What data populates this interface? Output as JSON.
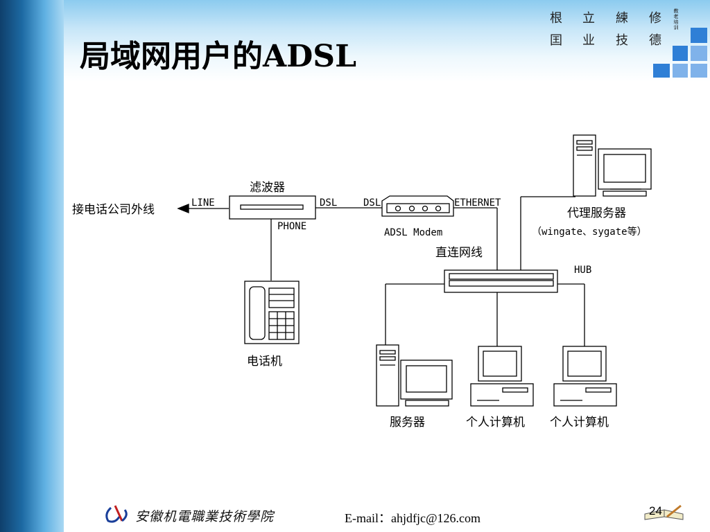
{
  "title": "局域网用户的ADSL",
  "motto": {
    "row1": [
      "根",
      "立",
      "練",
      "修"
    ],
    "row2": [
      "囯",
      "业",
      "技",
      "德"
    ],
    "tiny": [
      "教",
      "老",
      "培",
      "训"
    ]
  },
  "brand_colors": {
    "accent": "#2f7fd6",
    "light": "#7fb2ea",
    "band": "#8ccbef"
  },
  "diagram": {
    "external_line": "接电话公司外线",
    "line": "LINE",
    "filter": "滤波器",
    "dsl_out": "DSL",
    "phone_port": "PHONE",
    "dsl_in": "DSL",
    "ethernet": "ETHERNET",
    "modem": "ADSL Modem",
    "direct_cable": "直连网线",
    "hub": "HUB",
    "proxy_server": "代理服务器",
    "proxy_examples": "（wingate、sygate等）",
    "phone": "电话机",
    "server": "服务器",
    "pc1": "个人计算机",
    "pc2": "个人计算机"
  },
  "footer": {
    "school": "安徽机電職業技術學院",
    "email": "E-mail：ahjdfjc@126.com",
    "page": "24"
  }
}
